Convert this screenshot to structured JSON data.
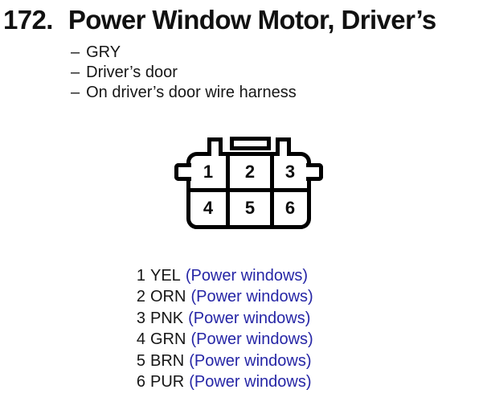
{
  "header": {
    "section_number": "172.",
    "title": "Power Window Motor, Driver’s"
  },
  "details": {
    "prefix": "–",
    "items": [
      "GRY",
      "Driver’s door",
      "On driver’s door wire harness"
    ]
  },
  "connector": {
    "description": "6-pin connector, front view",
    "pins": [
      "1",
      "2",
      "3",
      "4",
      "5",
      "6"
    ]
  },
  "pinout": {
    "rows": [
      {
        "pin": "1",
        "wire_color": "YEL",
        "circuit": "(Power windows)"
      },
      {
        "pin": "2",
        "wire_color": "ORN",
        "circuit": "(Power windows)"
      },
      {
        "pin": "3",
        "wire_color": "PNK",
        "circuit": "(Power windows)"
      },
      {
        "pin": "4",
        "wire_color": "GRN",
        "circuit": "(Power windows)"
      },
      {
        "pin": "5",
        "wire_color": "BRN",
        "circuit": "(Power windows)"
      },
      {
        "pin": "6",
        "wire_color": "PUR",
        "circuit": "(Power windows)"
      }
    ]
  },
  "colors": {
    "background": "#ffffff",
    "text": "#151515",
    "line": "#000000",
    "link_blue": "#2626a6"
  }
}
